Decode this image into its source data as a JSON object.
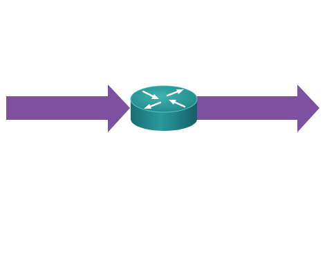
{
  "diagram": {
    "nodes": [
      {
        "id": "router",
        "icon": "router-icon",
        "color": "#1f8c8c"
      }
    ],
    "edges": [
      {
        "id": "incoming-arrow",
        "direction": "right",
        "color": "#7d51a0"
      },
      {
        "id": "outgoing-arrow",
        "direction": "right",
        "color": "#7d51a0"
      }
    ]
  }
}
